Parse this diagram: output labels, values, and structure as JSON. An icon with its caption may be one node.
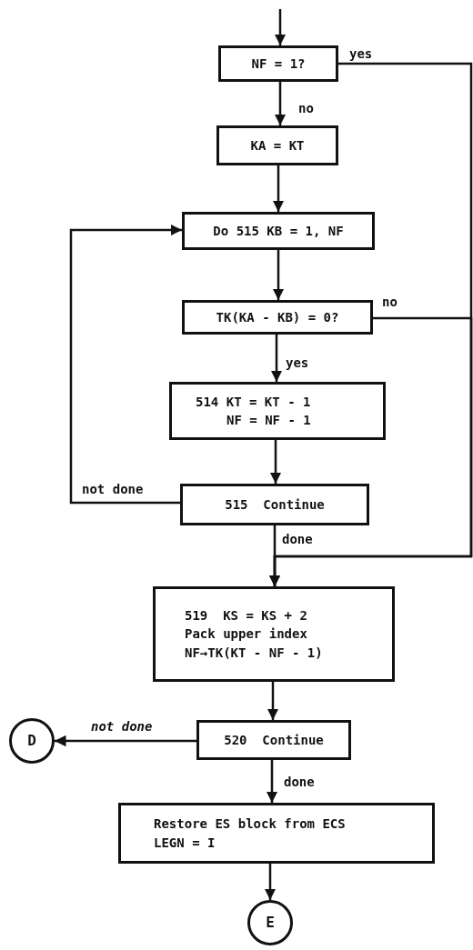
{
  "diagram": {
    "nodes": [
      {
        "text": [
          "NF = 1?"
        ]
      },
      {
        "text": [
          "KA = KT"
        ]
      },
      {
        "text": [
          "Do 515 KB = 1, NF"
        ]
      },
      {
        "text": [
          "TK(KA - KB) = 0?"
        ]
      },
      {
        "text": [
          "514 KT = KT - 1",
          "NF = NF - 1"
        ]
      },
      {
        "text": [
          "515  Continue"
        ]
      },
      {
        "text": [
          "519  KS = KS + 2",
          "Pack upper index",
          "NF→TK(KT - NF - 1)"
        ]
      },
      {
        "text": [
          "520  Continue"
        ]
      },
      {
        "text": [
          "D"
        ]
      },
      {
        "text": [
          "Restore ES block from ECS",
          "LEGN = I"
        ]
      },
      {
        "text": [
          "E"
        ]
      }
    ],
    "edges": [
      {
        "from": null,
        "to": 0,
        "arrow": "to"
      },
      {
        "from": 0,
        "to": 1,
        "arrow": "to",
        "label": "no"
      },
      {
        "from": 0,
        "to": 6,
        "arrow": "to",
        "label": "yes"
      },
      {
        "from": 1,
        "to": 2,
        "arrow": "to"
      },
      {
        "from": 2,
        "to": 3,
        "arrow": "to"
      },
      {
        "from": 3,
        "to": 6,
        "arrow": "to",
        "label": "no"
      },
      {
        "from": 3,
        "to": 4,
        "arrow": "to",
        "label": "yes"
      },
      {
        "from": 4,
        "to": 5,
        "arrow": "to"
      },
      {
        "from": 5,
        "to": 2,
        "arrow": "to",
        "label": "not done"
      },
      {
        "from": 5,
        "to": 6,
        "arrow": "to",
        "label": "done"
      },
      {
        "from": 6,
        "to": 7,
        "arrow": "to"
      },
      {
        "from": 7,
        "to": 8,
        "arrow": "to",
        "label": "not done"
      },
      {
        "from": 7,
        "to": 9,
        "arrow": "to",
        "label": "done"
      },
      {
        "from": 9,
        "to": 10,
        "arrow": "to"
      }
    ]
  }
}
